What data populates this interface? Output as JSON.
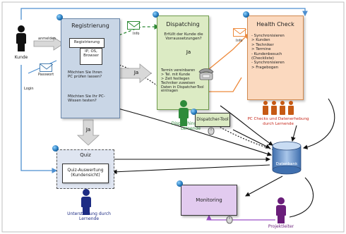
{
  "nodes": {
    "registrierung": {
      "title": "Registrierung",
      "inner_box": "Registrierung",
      "fields": "IP, OS,\nBrowser",
      "question1": "Möchten Sie Ihren\nPC prüfen lassen?",
      "question2": "Möchten Sie Ihr PC-\nWissen testen?"
    },
    "dispatching": {
      "title": "Dispatching",
      "question": "Erfüllt der Kunde die\nVorraussetzungen?",
      "ja": "Ja",
      "steps": "Termin vereinbaren\n> Tel. mit Kunde\n> Zeit festlegen\nTechniker zuweisen\nDaten in Dispatcher-Tool\neintragen",
      "caption": "Dispatching durch\nLernende"
    },
    "health_check": {
      "title": "Health Check",
      "items": "- Synchronisieren\n  > Kunden\n  > Techniker\n  > Termine\n- Kundenbesuch\n  (Checkliste)\n- Synchronisieren\n  > Fragebogen",
      "caption": "PC Checks und Datenerhebung\ndurch Lernende"
    },
    "quiz": {
      "title": "Quiz",
      "inner": "Quiz-Auswertung\n(Kundensicht)",
      "caption": "Unterstützung durch\nLernende"
    },
    "monitoring": {
      "title": "Monitoring"
    },
    "dispatcher_tool": {
      "title": "Dispatcher-Tool"
    },
    "datenbank": {
      "title": "Datenbank"
    }
  },
  "actors": {
    "kunde": "Kunde",
    "projektleiter": "Projektleiter"
  },
  "labels": {
    "anmelden": "anmelden",
    "passwort": "Passwort",
    "login": "Login",
    "info_dispatch": "Info",
    "info_health": "Info",
    "ja_reg_dispatch": "Ja",
    "ja_reg_quiz": "Ja"
  },
  "colors": {
    "registrierung_fill": "#c9d6e6",
    "dispatching_fill": "#dcebc4",
    "health_fill": "#fbd9bf",
    "quiz_fill": "#dfe5f1",
    "monitoring_fill": "#e2cbef",
    "blue_line": "#4d8fd0",
    "green_dash": "#2f8a36",
    "orange_line": "#ee8a3c",
    "purple_line": "#9b4fc6"
  }
}
